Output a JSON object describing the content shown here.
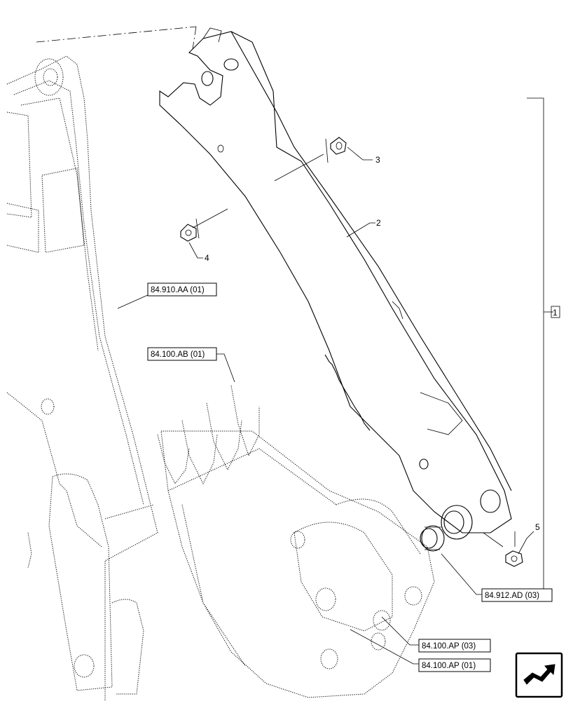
{
  "callouts": {
    "item_1": "1",
    "item_2": "2",
    "item_3": "3",
    "item_4": "4",
    "item_5": "5"
  },
  "references": {
    "boom": "84.910.AA (01)",
    "teeth": "84.100.AB (01)",
    "bushing": "84.912.AD (03)",
    "linkage_03": "84.100.AP (03)",
    "linkage_01": "84.100.AP (01)"
  },
  "nav": {
    "icon": "next-page-arrow-icon"
  }
}
